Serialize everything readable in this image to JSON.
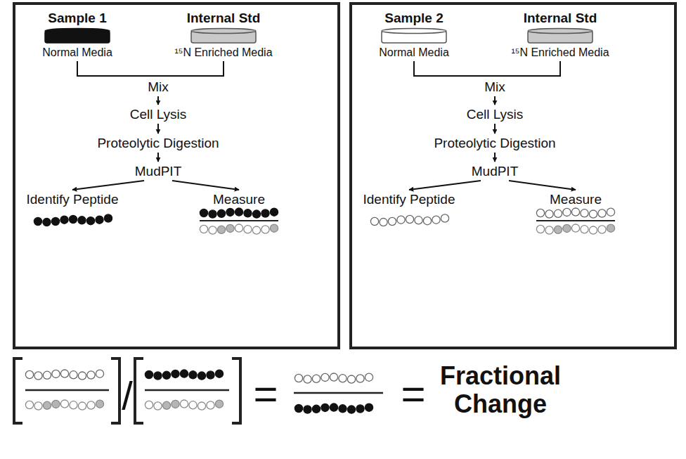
{
  "diagram": {
    "nodes": [
      {
        "text": []
      },
      {
        "text": [
          "Sample 1",
          "Normal Media"
        ],
        "in": 0
      },
      {
        "text": [
          "Internal Std",
          "¹⁵N Enriched Media"
        ],
        "in": 0
      },
      {
        "text": [
          "Mix"
        ],
        "in": 0
      },
      {
        "text": [
          "Cell Lysis"
        ],
        "in": 0
      },
      {
        "text": [
          "Proteolytic Digestion"
        ],
        "in": 0
      },
      {
        "text": [
          "MudPIT"
        ],
        "in": 0
      },
      {
        "text": [
          "Identify Peptide"
        ],
        "in": 0
      },
      {
        "text": [
          "Measure"
        ],
        "in": 0
      },
      {
        "text": []
      },
      {
        "text": [
          "Sample 2",
          "Normal Media"
        ],
        "in": 9
      },
      {
        "text": [
          "Internal Std",
          "¹⁵N Enriched Media"
        ],
        "in": 9
      },
      {
        "text": [
          "Mix"
        ],
        "in": 9
      },
      {
        "text": [
          "Cell Lysis"
        ],
        "in": 9
      },
      {
        "text": [
          "Proteolytic Digestion"
        ],
        "in": 9
      },
      {
        "text": [
          "MudPIT"
        ],
        "in": 9
      },
      {
        "text": [
          "Identify Peptide"
        ],
        "in": 9
      },
      {
        "text": [
          "Measure"
        ],
        "in": 9
      }
    ],
    "edges": [
      {
        "from": 1,
        "to": 3,
        "arrow": "none"
      },
      {
        "from": 2,
        "to": 3,
        "arrow": "none"
      },
      {
        "from": 3,
        "to": 4,
        "arrow": "to"
      },
      {
        "from": 4,
        "to": 5,
        "arrow": "to"
      },
      {
        "from": 5,
        "to": 6,
        "arrow": "to"
      },
      {
        "from": 6,
        "to": 7,
        "arrow": "to"
      },
      {
        "from": 6,
        "to": 8,
        "arrow": "to"
      },
      {
        "from": 10,
        "to": 12,
        "arrow": "none"
      },
      {
        "from": 11,
        "to": 12,
        "arrow": "none"
      },
      {
        "from": 12,
        "to": 13,
        "arrow": "to"
      },
      {
        "from": 13,
        "to": 14,
        "arrow": "to"
      },
      {
        "from": 14,
        "to": 15,
        "arrow": "to"
      },
      {
        "from": 15,
        "to": 16,
        "arrow": "to"
      },
      {
        "from": 15,
        "to": 17,
        "arrow": "to"
      }
    ],
    "labels": [
      "/",
      "=",
      "=",
      "Fractional Change"
    ]
  }
}
